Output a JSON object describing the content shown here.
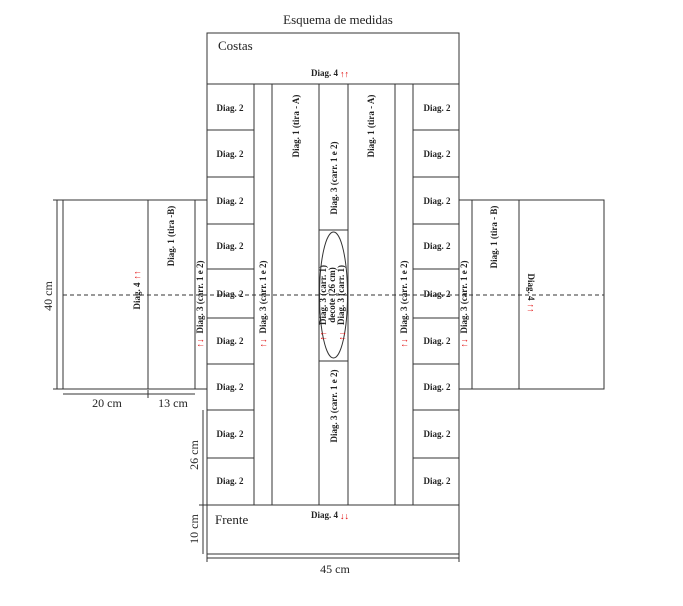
{
  "title": "Esquema de medidas",
  "sections": {
    "back": "Costas",
    "front": "Frente"
  },
  "labels": {
    "diag1_a": "Diag. 1 (tira - A)",
    "diag1_b": "Diag. 1 (tira - B)",
    "diag1_b_left": "Diag. 1 (tira -B)",
    "diag2": "Diag. 2",
    "diag3": "Diag. 3 (carr. 1 e 2)",
    "diag3_top": "Diag. 3 (carr. 1 e 2)",
    "diag3_center_l": "Diag. 3 (carr. 1)",
    "diag3_center_r": "Diag. 3 (carr. 1)",
    "decote": "decote (26 cm)",
    "diag4": "Diag. 4"
  },
  "arrows": {
    "up_up": "↑↑",
    "up_down": "↑↓",
    "down_down": "↓↓"
  },
  "dimensions": {
    "height_side": "40 cm",
    "width_side": "20 cm",
    "width_strip": "13 cm",
    "height_center": "26 cm",
    "height_bottom": "10 cm",
    "width_total": "45 cm"
  },
  "colors": {
    "line": "#333333",
    "arrow": "#e00000"
  }
}
